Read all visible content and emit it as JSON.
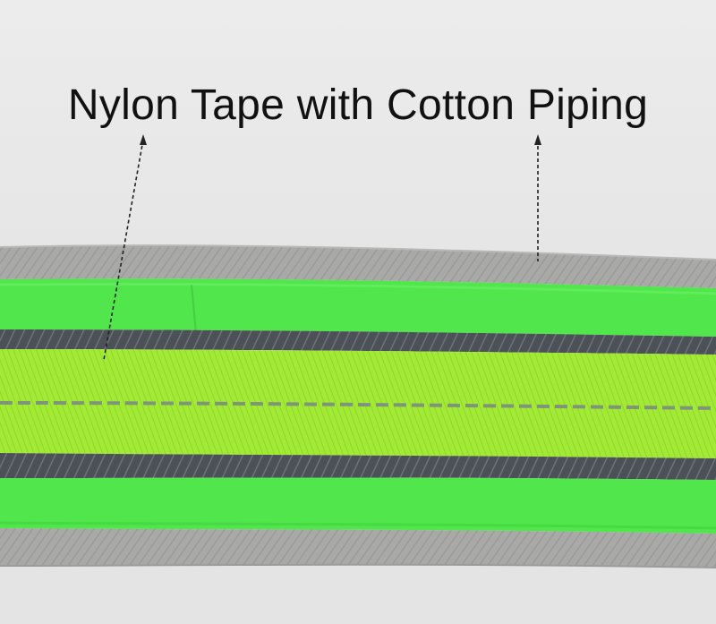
{
  "caption": {
    "text": "Nylon Tape with Cotton Piping"
  },
  "colors": {
    "background": "#e6e6e6",
    "piping_gray": "#a8a8a6",
    "piping_dark": "#8e8e8c",
    "green_band": "#4fe84a",
    "lime_tape": "#9be62f",
    "stitch_dark": "#4a4f55",
    "stitch_center": "#8a9a7a",
    "annotation_line": "#222222"
  },
  "annotations": [
    {
      "name": "nylon-tape-pointer",
      "target": "lime nylon tape"
    },
    {
      "name": "cotton-piping-pointer",
      "target": "gray cotton piping"
    }
  ]
}
